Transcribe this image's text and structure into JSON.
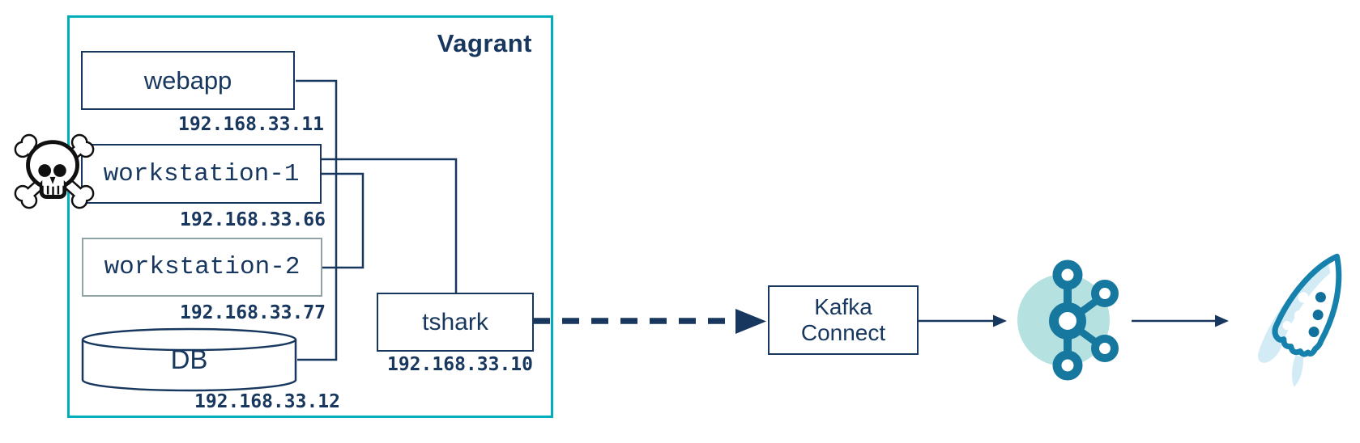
{
  "vagrant": {
    "label": "Vagrant"
  },
  "nodes": {
    "webapp": {
      "label": "webapp",
      "ip": "192.168.33.11"
    },
    "workstation1": {
      "label": "workstation-1",
      "ip": "192.168.33.66",
      "status": "compromised"
    },
    "workstation2": {
      "label": "workstation-2",
      "ip": "192.168.33.77"
    },
    "db": {
      "label": "DB",
      "ip": "192.168.33.12"
    },
    "tshark": {
      "label": "tshark",
      "ip": "192.168.33.10"
    }
  },
  "pipeline": {
    "kafka_connect_label": "Kafka Connect",
    "kafka_icon": "apache-kafka-logo",
    "ksqldb_icon": "ksqldb-rocket-logo"
  },
  "icons": {
    "skull": "skull-and-crossbones",
    "kafka": "apache-kafka-logo",
    "rocket": "ksqldb-rocket-logo"
  },
  "connections": [
    {
      "from": "webapp",
      "to": "db",
      "style": "solid-elbow"
    },
    {
      "from": "workstation1",
      "to": "workstation2",
      "style": "solid-elbow"
    },
    {
      "from": "workstation1",
      "to": "tshark",
      "style": "solid-elbow"
    },
    {
      "from": "tshark",
      "to": "kafka-connect",
      "style": "thick-dashed-arrow"
    },
    {
      "from": "kafka-connect",
      "to": "kafka",
      "style": "thin-arrow"
    },
    {
      "from": "kafka",
      "to": "ksqldb",
      "style": "thin-arrow"
    }
  ],
  "colors": {
    "navy": "#17375E",
    "teal_border": "#00AFBA",
    "workstation2_border": "#8FA3A4",
    "kafka_blue": "#16789F",
    "kafka_light_circle": "#B5E2E0",
    "rocket_stroke": "#1581AC",
    "rocket_light": "#D3EBF5",
    "rocket_dot": "#10719C",
    "background": "#FFFFFF"
  }
}
